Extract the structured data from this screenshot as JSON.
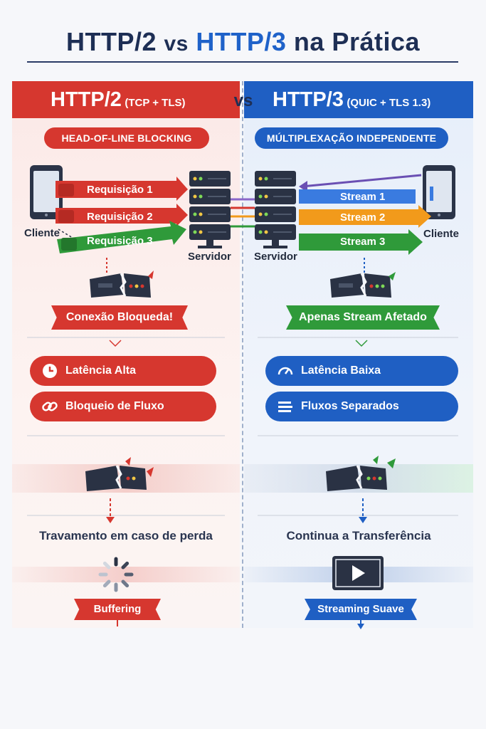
{
  "title": {
    "part1": "HTTP/2",
    "vs": "vs",
    "part2": "HTTP/3",
    "part3": "na Prática"
  },
  "left": {
    "header": "HTTP/2",
    "header_sub": "(TCP + TLS)",
    "pill": "HEAD-OF-LINE BLOCKING",
    "client_label": "Cliente",
    "server_label": "Servidor",
    "requests": [
      "Requisição 1",
      "Requisição 2",
      "Requisição 3"
    ],
    "status": "Conexão Bloqueda!",
    "features": [
      "Latência Alta",
      "Bloqueio de Fluxo"
    ],
    "caption": "Travamento em caso de perda",
    "tag": "Buffering"
  },
  "vs_label": "vs",
  "right": {
    "header": "HTTP/3",
    "header_sub": "(QUIC + TLS 1.3)",
    "pill": "MÚLTIPLEXAÇÃO INDEPENDENTE",
    "client_label": "Cliente",
    "server_label": "Servidor",
    "streams": [
      "Stream 1",
      "Stream 2",
      "Stream 3"
    ],
    "status": "Apenas Stream Afetado",
    "features": [
      "Latência Baixa",
      "Fluxos Separados"
    ],
    "caption": "Continua a Transferência",
    "tag": "Streaming Suave"
  },
  "colors": {
    "red": "#d6372f",
    "blue": "#1f5fc3",
    "green": "#2f9a3a",
    "orange": "#f29a1b",
    "purple": "#6a4fb3",
    "navy": "#1e2f55"
  },
  "icons": [
    "smartphone-icon",
    "server-icon",
    "broken-packet-icon",
    "clock-icon",
    "chain-link-icon",
    "speedometer-icon",
    "parallel-lanes-icon",
    "loading-spinner-icon",
    "play-screen-icon"
  ]
}
